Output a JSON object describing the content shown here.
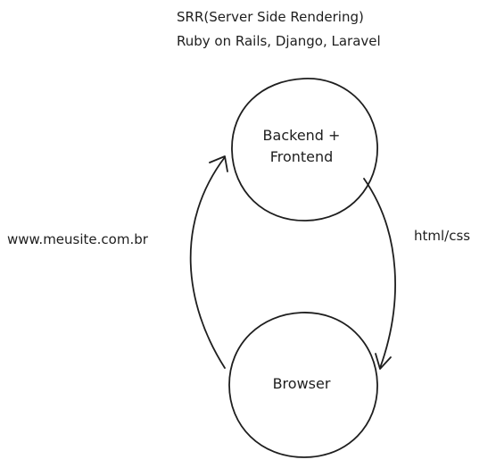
{
  "title": {
    "line1": "SRR(Server Side Rendering)",
    "line2": "Ruby on Rails, Django, Laravel"
  },
  "nodes": {
    "backend": {
      "line1": "Backend +",
      "line2": "Frontend"
    },
    "browser": {
      "label": "Browser"
    }
  },
  "edges": {
    "request_label": "www.meusite.com.br",
    "response_label": "html/css"
  },
  "colors": {
    "stroke": "#1e1e1e",
    "background": "#ffffff"
  }
}
